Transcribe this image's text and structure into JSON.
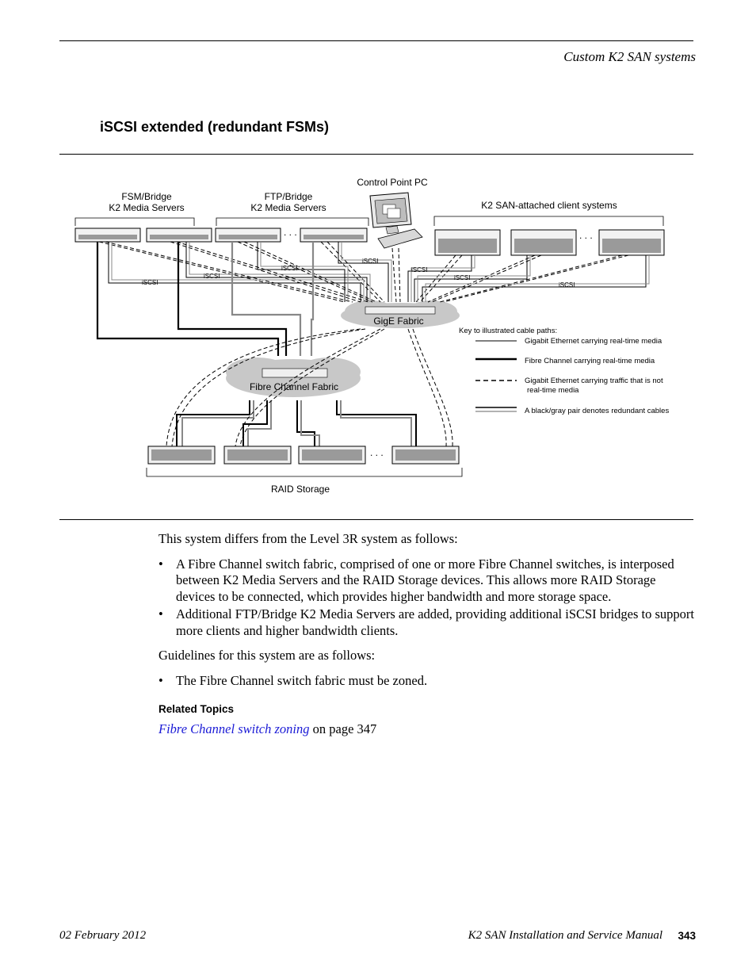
{
  "header": {
    "chapter_title": "Custom K2 SAN systems"
  },
  "section": {
    "title": "iSCSI extended (redundant FSMs)"
  },
  "diagram": {
    "labels": {
      "fsm_line1": "FSM/Bridge",
      "fsm_line2": "K2 Media Servers",
      "ftp_line1": "FTP/Bridge",
      "ftp_line2": "K2 Media Servers",
      "control_point": "Control Point PC",
      "clients": "K2 SAN-attached client systems",
      "gige_fabric": "GigE Fabric",
      "fc_fabric": "Fibre Channel Fabric",
      "raid": "RAID Storage",
      "iscsi": "iSCSI",
      "ellipsis": ". . ."
    },
    "key": {
      "title": "Key to illustrated cable paths:",
      "gige_realtime": "Gigabit Ethernet carrying real-time media",
      "fc_realtime": "Fibre Channel carrying real-time media",
      "gige_not_realtime_line1": "Gigabit Ethernet carrying traffic that is not",
      "gige_not_realtime_line2": "real-time media",
      "redundant": "A black/gray pair denotes redundant cables"
    }
  },
  "body": {
    "intro": "This system differs from the Level 3R system as follows:",
    "differences": [
      "A Fibre Channel switch fabric, comprised of one or more Fibre Channel switches, is interposed between K2 Media Servers and the RAID Storage devices. This allows more RAID Storage devices to be connected, which provides higher bandwidth and more storage space.",
      "Additional FTP/Bridge K2 Media Servers are added, providing additional iSCSI bridges to support more clients and higher bandwidth clients."
    ],
    "guidelines_intro": "Guidelines for this system are as follows:",
    "guidelines": [
      "The Fibre Channel switch fabric must be zoned."
    ],
    "bullet": "•",
    "related_heading": "Related Topics",
    "related_link": "Fibre Channel switch zoning",
    "related_suffix": " on page 347"
  },
  "footer": {
    "date": "02 February 2012",
    "manual": "K2 SAN Installation and Service Manual",
    "page": "343"
  }
}
